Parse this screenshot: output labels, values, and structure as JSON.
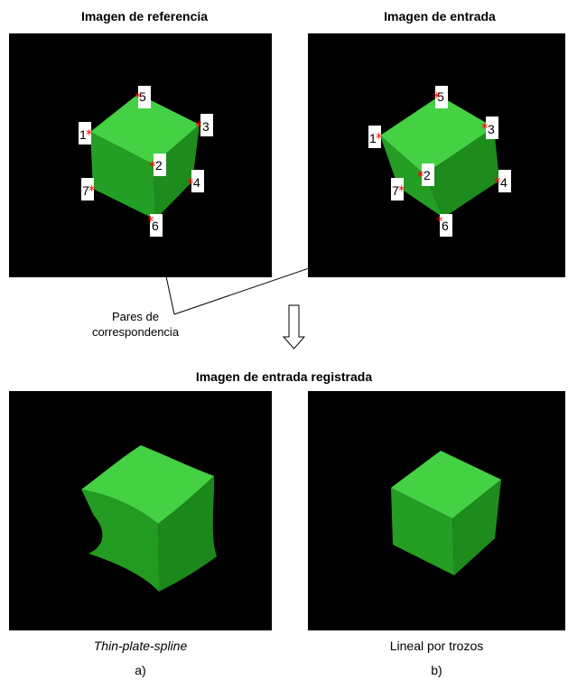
{
  "titles": {
    "reference": "Imagen de referencia",
    "input": "Imagen de entrada",
    "registered": "Imagen de entrada registrada"
  },
  "annotation": {
    "line1": "Pares de",
    "line2": "correspondencia"
  },
  "captions": {
    "tps": "Thin-plate-spline",
    "tps_letter": "a)",
    "linear": "Lineal por trozos",
    "linear_letter": "b)"
  },
  "markers": [
    "1",
    "2",
    "3",
    "4",
    "5",
    "6",
    "7"
  ],
  "colors": {
    "cube_top": "#44d144",
    "cube_left": "#239d23",
    "cube_right": "#1c8a1c",
    "marker": "#ff0000",
    "panel_bg": "#000000"
  }
}
